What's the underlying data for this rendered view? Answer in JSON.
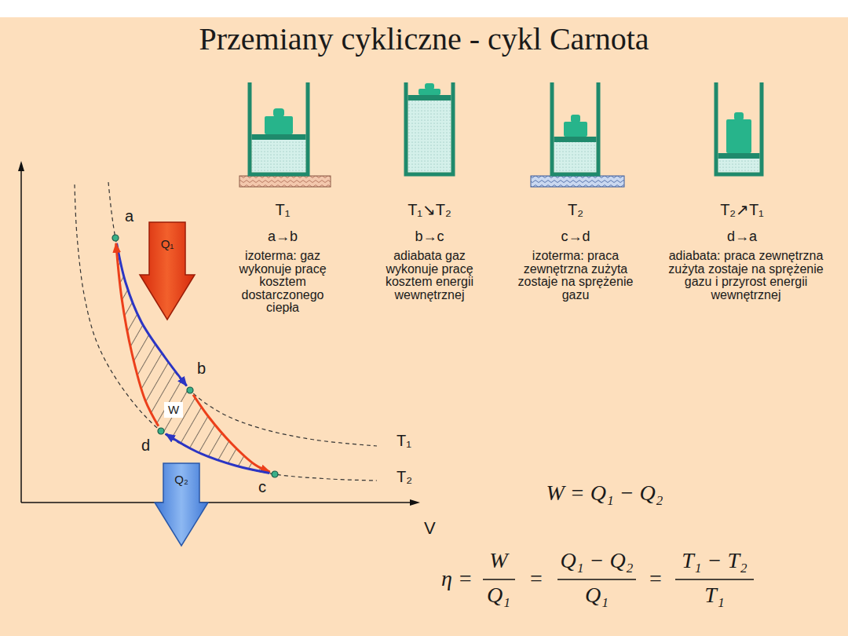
{
  "diagram": {
    "title": "Przemiany cykliczne - cykl Carnota",
    "nodes": [
      {
        "text": [
          "a"
        ]
      },
      {
        "text": [
          "Q₁"
        ]
      },
      {
        "text": [
          "b"
        ]
      },
      {
        "text": [
          "W"
        ]
      },
      {
        "text": [
          "d"
        ]
      },
      {
        "text": [
          "c"
        ]
      },
      {
        "text": [
          "Q₂"
        ]
      }
    ],
    "edges": [
      {
        "from": 0,
        "to": 2,
        "arrow": "to"
      },
      {
        "from": 2,
        "to": 5,
        "arrow": "to"
      },
      {
        "from": 5,
        "to": 4,
        "arrow": "to"
      },
      {
        "from": 4,
        "to": 0,
        "arrow": "to"
      }
    ],
    "labels": [
      "T₁",
      "a→b",
      "izoterma: gaz wykonuje pracę kosztem dostarczonego ciepła",
      "T₁↘T₂",
      "b→c",
      "adiabata gaz wykonuje pracę kosztem energii wewnętrznej",
      "T₂",
      "c→d",
      "izoterma: praca zewnętrzna zużyta zostaje na sprężenie gazu",
      "T₂↗T₁",
      "d→a",
      "adiabata: praca zewnętrzna zużyta zostaje na sprężenie gazu i przyrost energii wewnętrznej",
      "T₁",
      "T₂",
      "V",
      "W = Q₁ − Q₂",
      "η =",
      "W",
      "Q₁",
      "=",
      "Q₁ − Q₂",
      "Q₁",
      "=",
      "T₁ − T₂",
      "T₁"
    ]
  }
}
